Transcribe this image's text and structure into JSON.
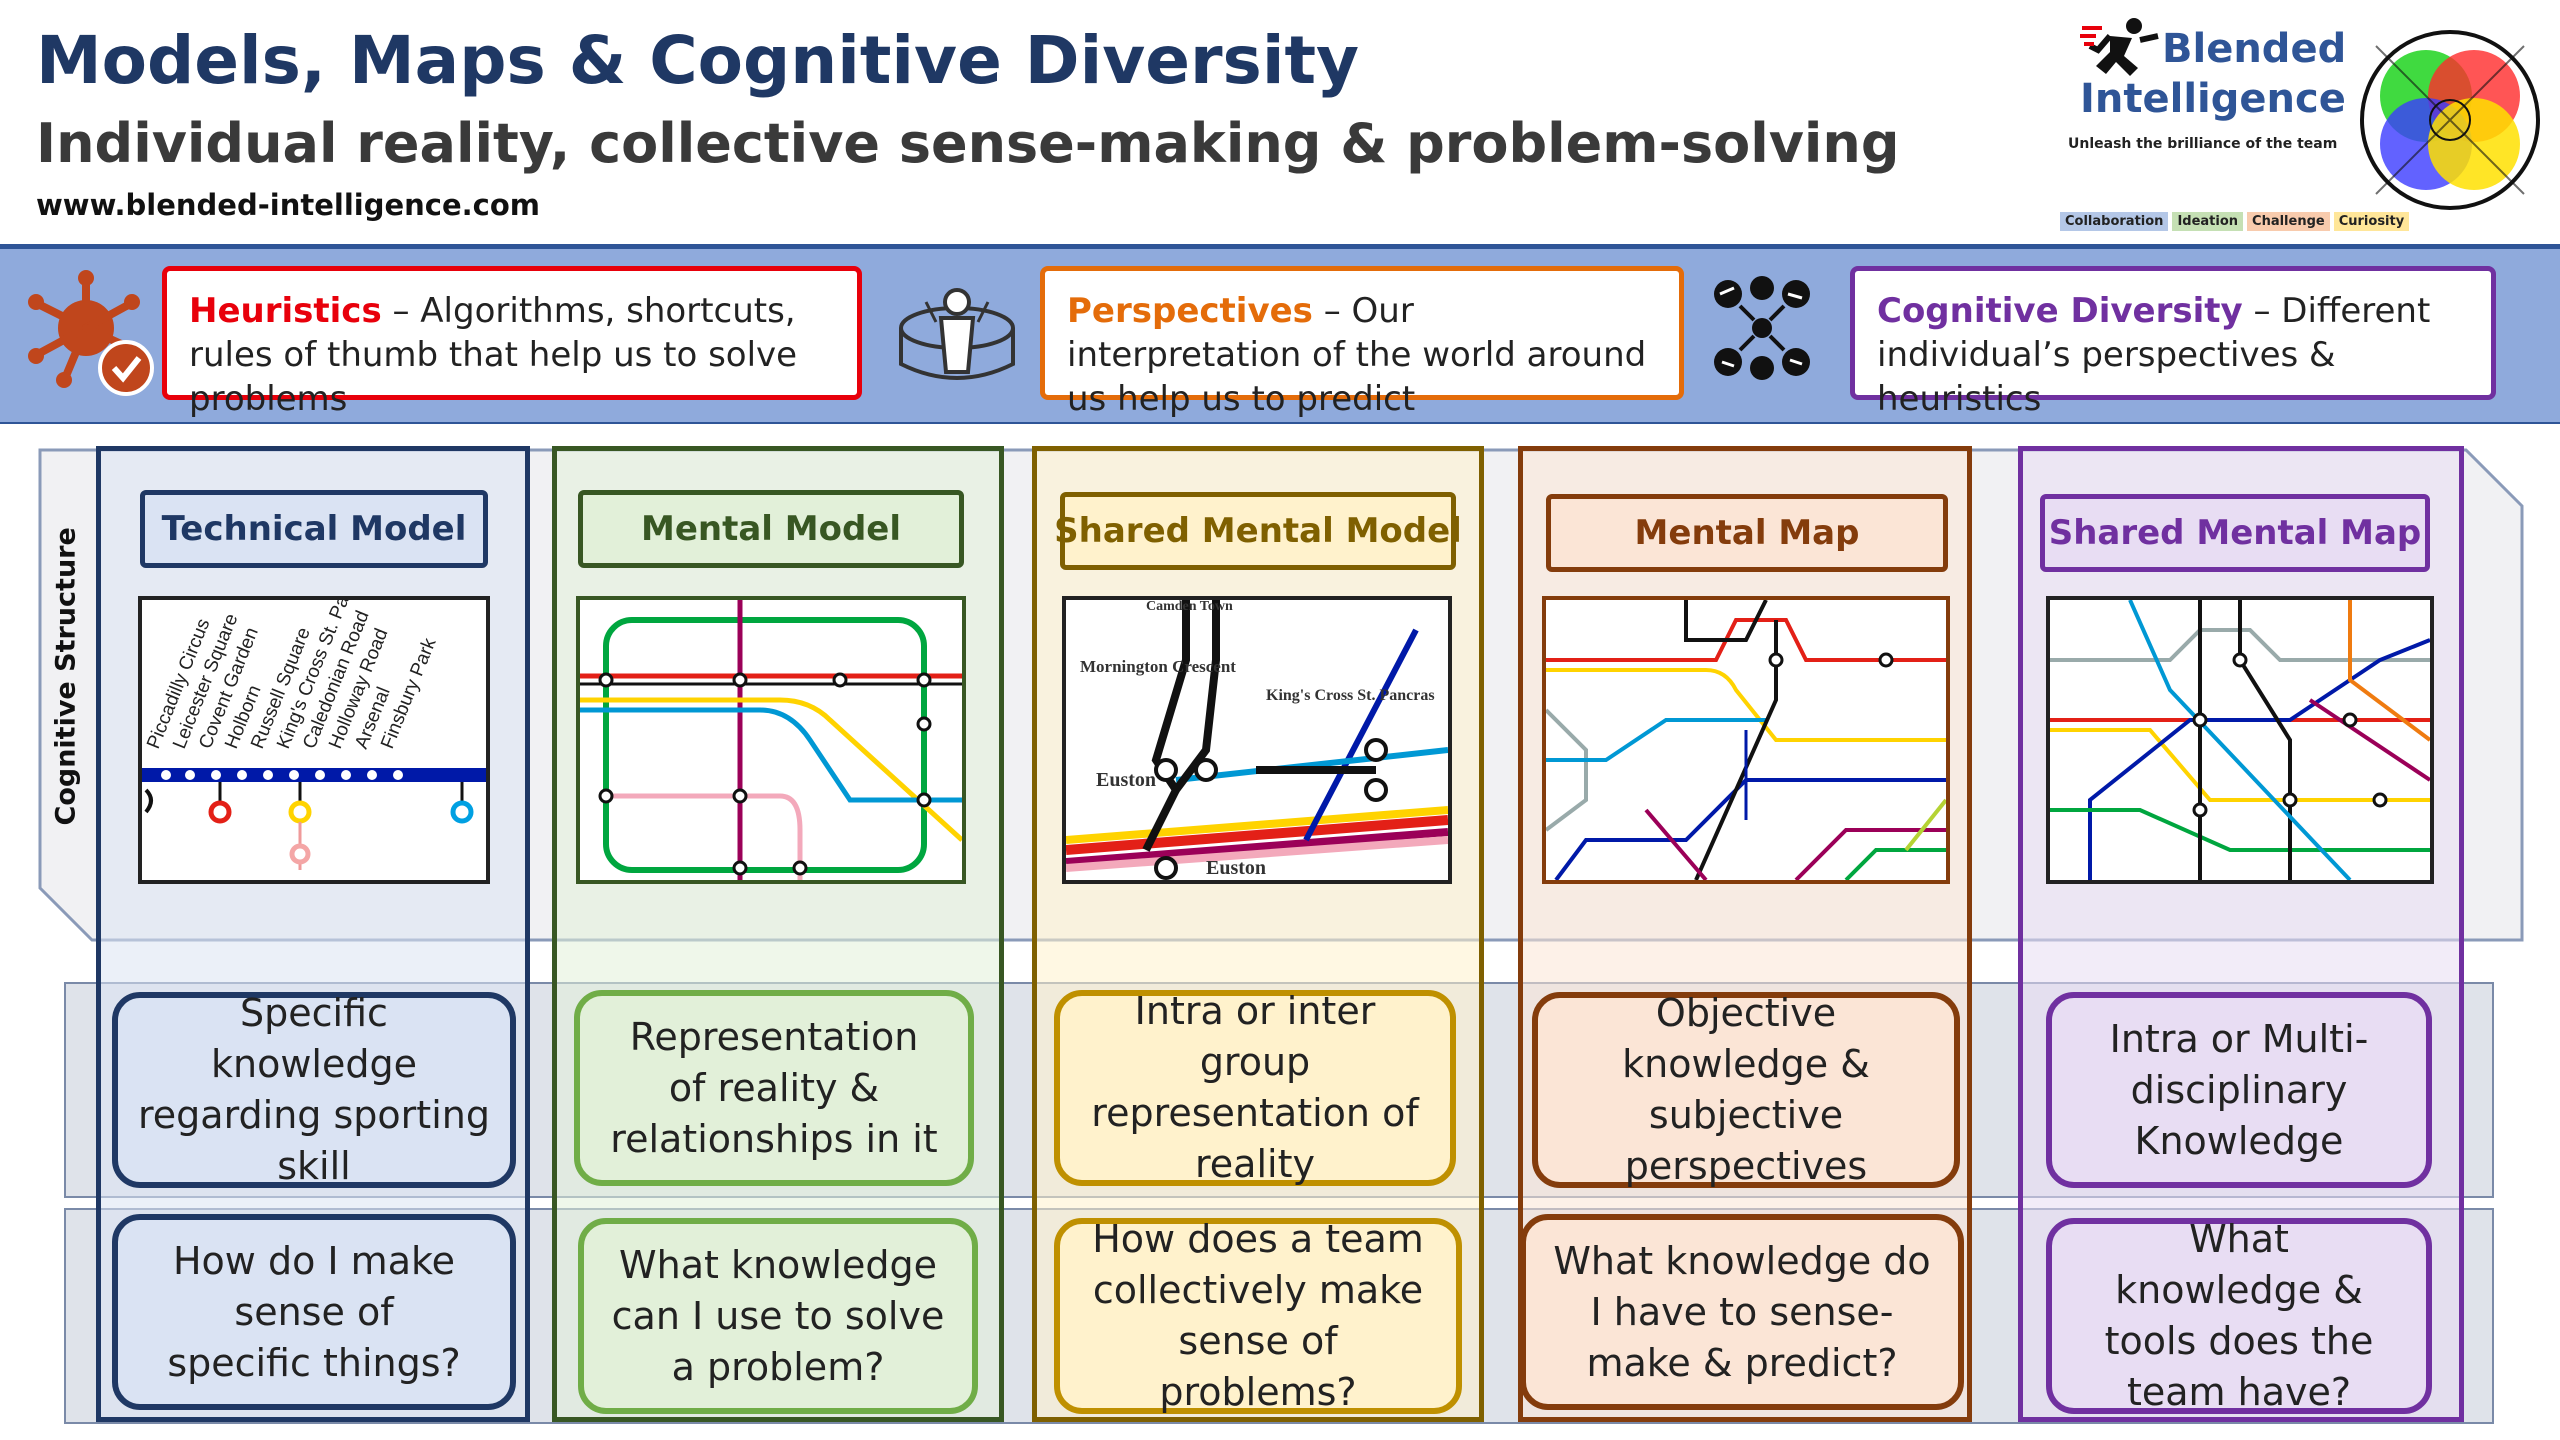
{
  "header": {
    "title": "Models, Maps & Cognitive Diversity",
    "subtitle": "Individual reality, collective sense-making & problem-solving",
    "url": "www.blended-intelligence.com"
  },
  "logo": {
    "name_line1": "Blended",
    "name_line2": "Intelligence",
    "tagline": "Unleash the brilliance of the team",
    "tags": [
      {
        "label": "Collaboration",
        "color": "#b4c7e7"
      },
      {
        "label": "Ideation",
        "color": "#c5e0b4"
      },
      {
        "label": "Challenge",
        "color": "#f8cbad"
      },
      {
        "label": "Curiosity",
        "color": "#ffe699"
      }
    ],
    "icon": "runner-icon"
  },
  "banner": {
    "heuristics": {
      "term": "Heuristics",
      "text": " – Algorithms, shortcuts, rules of thumb that  help us to solve problems",
      "color": "#e8000b",
      "icon": "virus-check-icon"
    },
    "perspectives": {
      "term": "Perspectives",
      "text": " – Our interpretation of the world around us help us to predict",
      "color": "#e46c0a",
      "icon": "person-perspectives-icon"
    },
    "diversity": {
      "term": "Cognitive Diversity",
      "text": " – Different individual’s perspectives & heuristics",
      "color": "#7030a0",
      "icon": "diverse-heads-icon"
    }
  },
  "side_label": "Cognitive Structure",
  "columns": [
    {
      "title": "Technical Model",
      "color": "#1f3864",
      "bg": "#dae3f3",
      "knowledge": "Specific knowledge regarding sporting skill",
      "question": "How do I make sense of specific things?",
      "stations": [
        "Piccadilly Circus",
        "Leicester Square",
        "Covent Garden",
        "Holborn",
        "Russell Square",
        "King's Cross St. Pancras",
        "Caledonian Road",
        "Holloway Road",
        "Arsenal",
        "Finsbury Park"
      ]
    },
    {
      "title": "Mental Model",
      "color": "#385723",
      "bg": "#e2f0d9",
      "knowledge": "Representation of reality & relationships in it",
      "question": "What knowledge can I use to solve a problem?"
    },
    {
      "title": "Shared Mental Model",
      "color": "#7f6000",
      "bg": "#fff2cc",
      "knowledge": "Intra or inter group representation of reality",
      "question": "How does a team collectively make sense of problems?",
      "map_labels": [
        "Mornington Crescent",
        "King's Cross St. Pancras",
        "Euston",
        "Euston",
        "Camden Town"
      ]
    },
    {
      "title": "Mental Map",
      "color": "#843c0c",
      "bg": "#fbe5d6",
      "knowledge": "Objective knowledge & subjective perspectives",
      "question": "What knowledge do I have to sense-make & predict?"
    },
    {
      "title": "Shared Mental Map",
      "color": "#7030a0",
      "bg": "#e8ddf3",
      "knowledge": "Intra or Multi-disciplinary Knowledge",
      "question": "What knowledge & tools does the team have?"
    }
  ]
}
